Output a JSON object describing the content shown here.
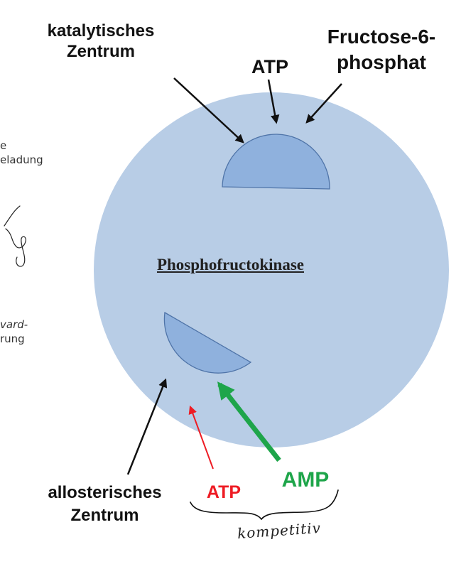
{
  "labels": {
    "catalytic_center_line1": "katalytisches",
    "catalytic_center_line2": "Zentrum",
    "atp_top": "ATP",
    "f6p_line1": "Fructose-6-",
    "f6p_line2": "phosphat",
    "enzyme": "Phosphofructokinase",
    "allosteric_center_line1": "allosterisches",
    "allosteric_center_line2": "Zentrum",
    "atp_inhibitor": "ATP",
    "amp_activator": "AMP",
    "handwritten_note": "kompetitiv"
  },
  "left_fragments": {
    "frag1_line1": "e",
    "frag1_line2": "eladung",
    "frag2_line1": "vard-",
    "frag2_line2": "rung"
  },
  "colors": {
    "enzyme_fill": "#b8cde6",
    "site_fill": "#8fb1dd",
    "site_stroke": "#4f74a8",
    "atp_inhibitor": "#ee1c24",
    "amp_activator": "#1ea54a",
    "text": "#111111"
  }
}
